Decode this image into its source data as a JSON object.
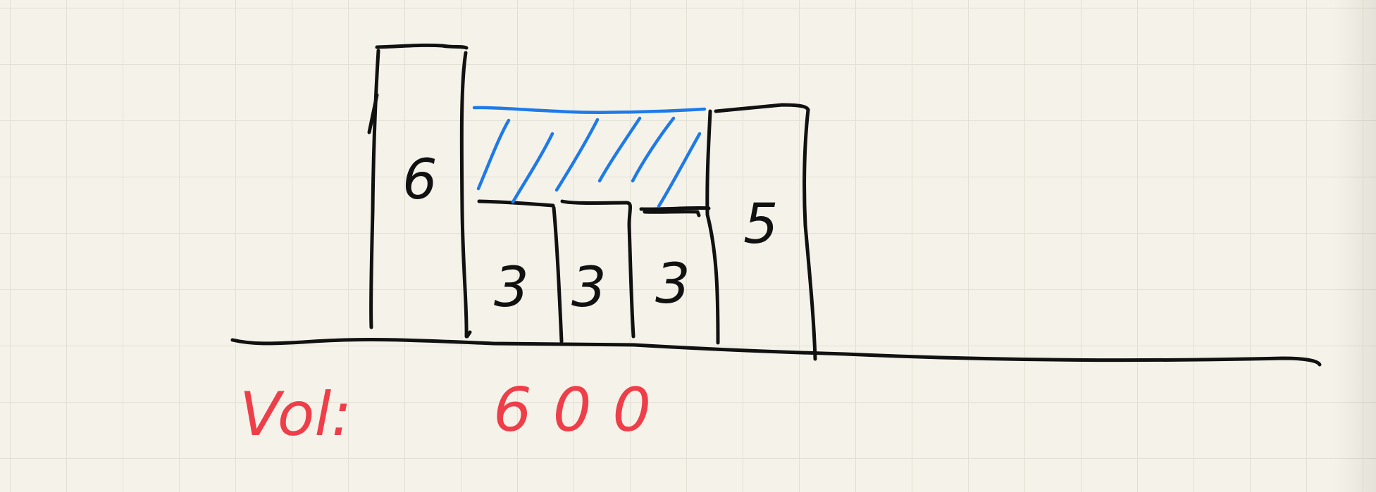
{
  "bar_heights": {
    "left_wall": "6",
    "middle_1": "3",
    "middle_2": "3",
    "middle_3": "3",
    "right_wall": "5"
  },
  "result": {
    "label": "Vol:",
    "value": "600"
  },
  "colors": {
    "paper": "#f5f3e9",
    "grid": "#e2e0d4",
    "bars": "#111111",
    "water_hatch": "#1f7ae8",
    "result_text": "#ee3e4a"
  }
}
